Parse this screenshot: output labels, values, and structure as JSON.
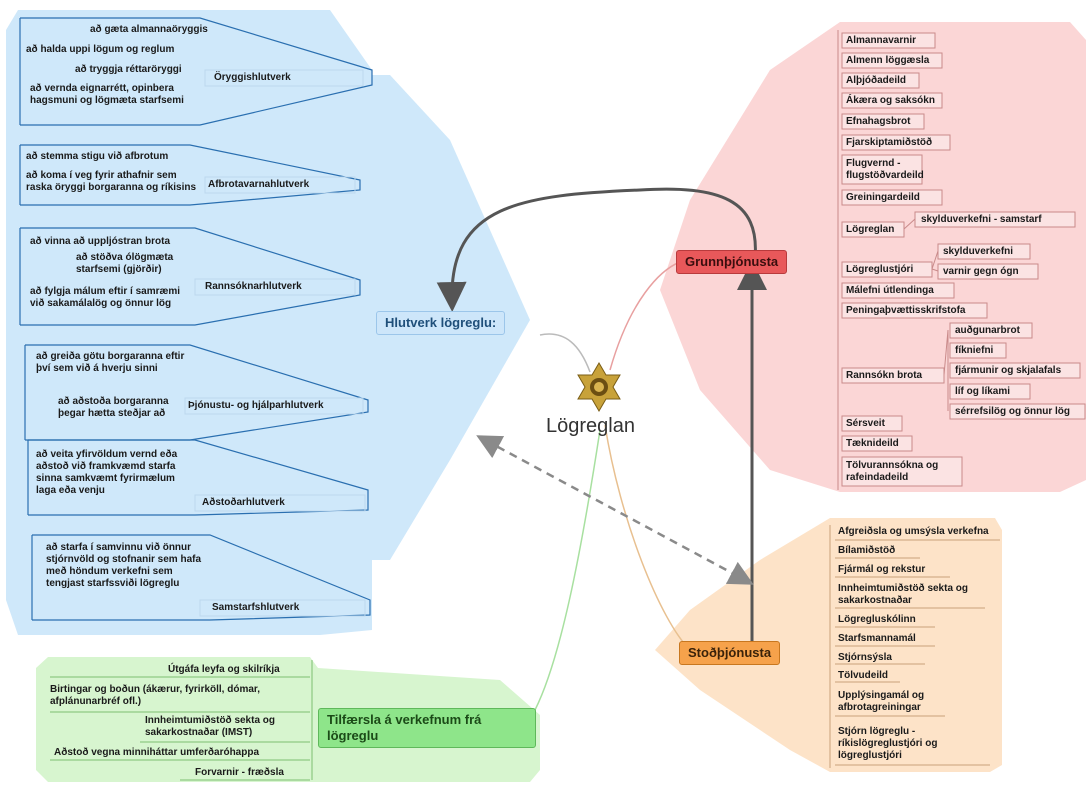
{
  "center": {
    "label": "Lögreglan"
  },
  "colors": {
    "blue_fill": "#cfe8fa",
    "blue_line": "#2a6fb0",
    "blue_hub": "#cde6fa",
    "red_fill": "#fbd6d6",
    "red_hub": "#e8585a",
    "orange_fill": "#fde3c8",
    "orange_hub": "#f6a24b",
    "green_fill": "#d7f5cf",
    "green_hub": "#8ee58a"
  },
  "hlutverk": {
    "title": "Hlutverk lögreglu:",
    "groups": [
      {
        "label": "Öryggishlutverk",
        "items": [
          "að gæta almannaöryggis",
          "að halda uppi lögum og reglum",
          "að tryggja réttaröryggi",
          "að vernda eignarrétt, opinbera hagsmuni og lögmæta starfsemi"
        ]
      },
      {
        "label": "Afbrotavarnahlutverk",
        "items": [
          "að stemma stigu við afbrotum",
          "að koma í veg fyrir athafnir sem raska öryggi borgaranna og ríkisins"
        ]
      },
      {
        "label": "Rannsóknarhlutverk",
        "items": [
          "að vinna að uppljóstran brota",
          "að stöðva ólögmæta starfsemi (gjörðir)",
          "að fylgja málum eftir í samræmi við sakamálalög og önnur lög"
        ]
      },
      {
        "label": "Þjónustu- og hjálparhlutverk",
        "items": [
          "að greiða götu borgaranna eftir því sem við á hverju sinni",
          "að aðstoða borgaranna þegar hætta steðjar að"
        ]
      },
      {
        "label": "Aðstoðarhlutverk",
        "items": [
          "að veita yfirvöldum vernd eða aðstoð við framkvæmd starfa sinna samkvæmt fyrirmælum laga eða venju"
        ]
      },
      {
        "label": "Samstarfshlutverk",
        "items": [
          "að starfa í samvinnu við önnur stjórnvöld og stofnanir sem hafa með höndum verkefni sem tengjast starfssviði lögreglu"
        ]
      }
    ]
  },
  "grunn": {
    "title": "Grunnþjónusta",
    "items": [
      "Almannavarnir",
      "Almenn löggæsla",
      "Alþjóðadeild",
      "Ákæra og saksókn",
      "Efnahagsbrot",
      "Fjarskiptamiðstöð",
      "Flugvernd - flugstöðvardeild",
      "Greiningardeild",
      "Lögreglan",
      "Lögreglustjóri",
      "Málefni útlendinga",
      "Peningaþvættisskrifstofa",
      "Rannsókn brota",
      "Sérsveit",
      "Tæknideild",
      "Tölvurannsókna og rafeindadeild"
    ],
    "logreglan_sub": [
      "skylduverkefni - samstarf"
    ],
    "logreglustjori_sub": [
      "skylduverkefni",
      "varnir gegn ógn"
    ],
    "rannsokn_sub": [
      "auðgunarbrot",
      "fíkniefni",
      "fjármunir og skjalafals",
      "líf og líkami",
      "sérrefsilög og önnur lög"
    ]
  },
  "stod": {
    "title": "Stoðþjónusta",
    "items": [
      "Afgreiðsla og umsýsla verkefna",
      "Bílamiðstöð",
      "Fjármál og rekstur",
      "Innheimtumiðstöð sekta og sakarkostnaðar",
      "Lögregluskólinn",
      "Starfsmannamál",
      "Stjórnsýsla",
      "Tölvudeild",
      "Upplýsingamál og afbrotagreiningar",
      "Stjórn lögreglu - ríkislögreglustjóri og lögreglustjóri"
    ]
  },
  "tilfaersla": {
    "title": "Tilfærsla á verkefnum frá lögreglu",
    "items": [
      "Útgáfa leyfa og skilríkja",
      "Birtingar og boðun (ákærur, fyrirköll, dómar, afplánunarbréf ofl.)",
      "Innheimtumiðstöð sekta og sakarkostnaðar (IMST)",
      "Aðstoð vegna minniháttar umferðaróhappa",
      "Forvarnir - fræðsla"
    ]
  }
}
